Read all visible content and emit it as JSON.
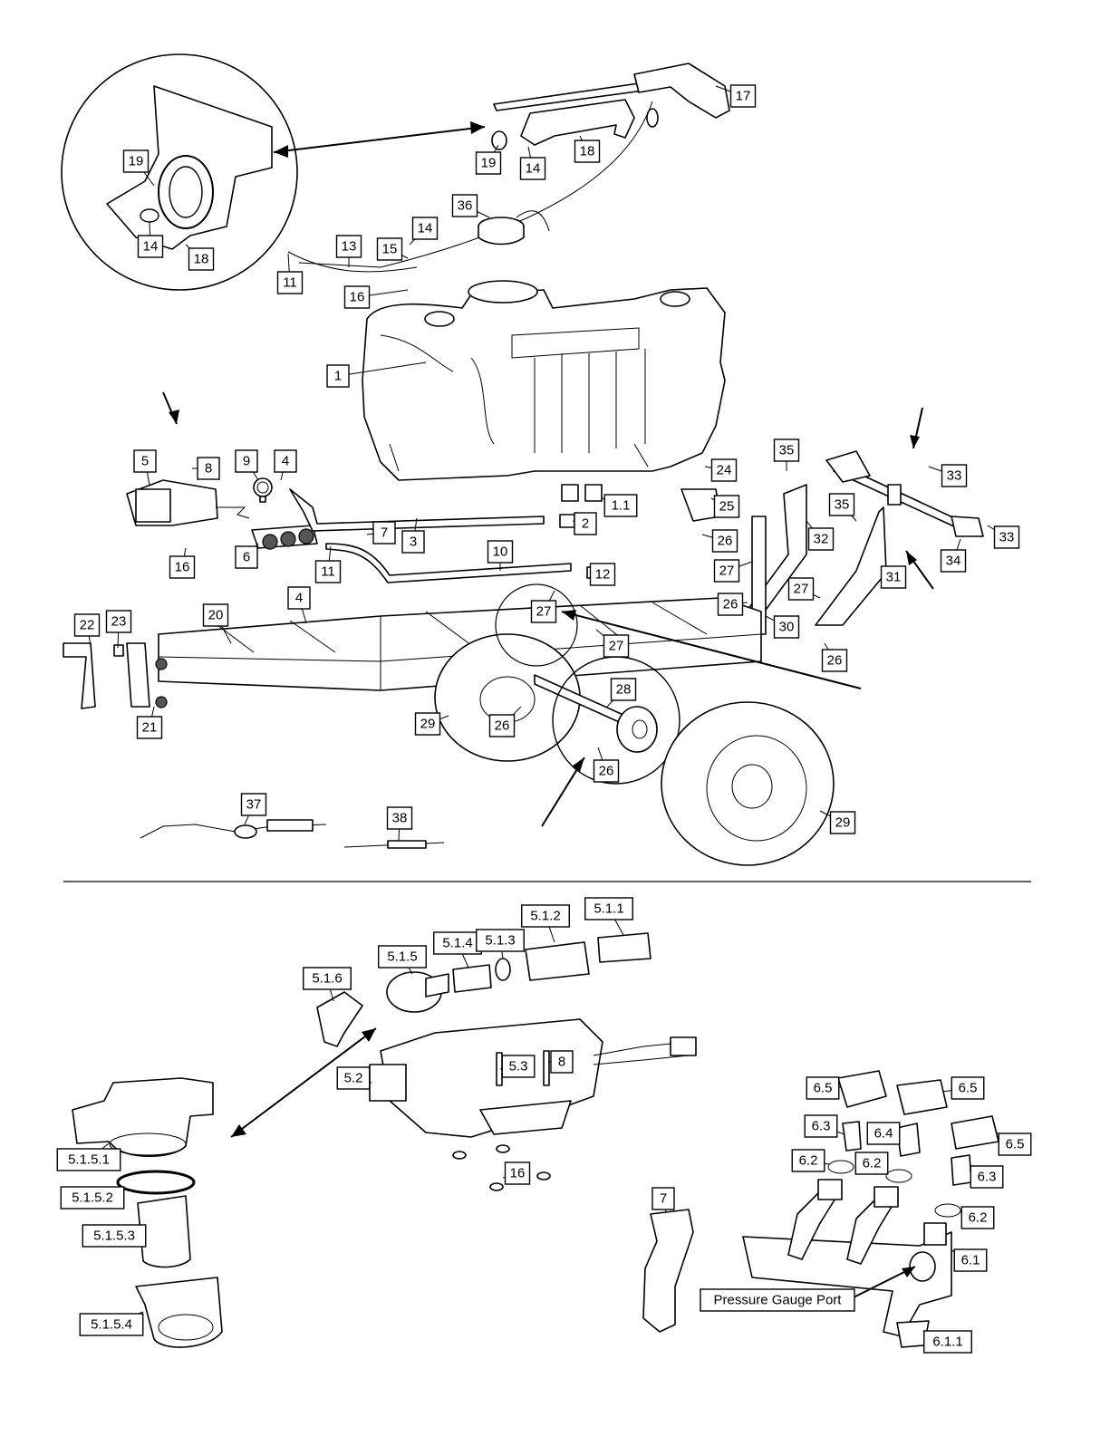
{
  "figure": {
    "title": "",
    "callouts": {
      "c17": "17",
      "c18": "18",
      "c19": "19",
      "c14": "14",
      "d19": "19",
      "d14": "14",
      "d18": "18",
      "c36": "36",
      "c14b": "14",
      "c15": "15",
      "c13": "13",
      "c11": "11",
      "c16": "16",
      "c1": "1",
      "c5": "5",
      "c8": "8",
      "c9": "9",
      "c4": "4",
      "c7": "7",
      "c3": "3",
      "c6": "6",
      "c16b": "16",
      "c11b": "11",
      "c10": "10",
      "c12": "12",
      "c2": "2",
      "c1_1": "1.1",
      "c24": "24",
      "c25": "25",
      "c26": "26",
      "c27": "27",
      "c35": "35",
      "c32": "32",
      "c33": "33",
      "c35b": "35",
      "c33b": "33",
      "c34": "34",
      "c31": "31",
      "c27b": "27",
      "c26b": "26",
      "c30": "30",
      "c26c": "26",
      "c27c": "27",
      "c27d": "27",
      "c22": "22",
      "c23": "23",
      "c20": "20",
      "c4b": "4",
      "c21": "21",
      "c29": "29",
      "c26d": "26",
      "c28": "28",
      "c26e": "26",
      "c29b": "29",
      "c37": "37",
      "c38": "38",
      "c5_1_2": "5.1.2",
      "c5_1_1": "5.1.1",
      "c5_1_4": "5.1.4",
      "c5_1_3": "5.1.3",
      "c5_1_5": "5.1.5",
      "c5_1_6": "5.1.6",
      "c5_3": "5.3",
      "c8b": "8",
      "c5_2": "5.2",
      "c16c": "16",
      "c5_1_5_1": "5.1.5.1",
      "c5_1_5_2": "5.1.5.2",
      "c5_1_5_3": "5.1.5.3",
      "c5_1_5_4": "5.1.5.4",
      "c7b": "7",
      "c6_5": "6.5",
      "c6_5b": "6.5",
      "c6_5c": "6.5",
      "c6_3": "6.3",
      "c6_4": "6.4",
      "c6_2": "6.2",
      "c6_2b": "6.2",
      "c6_3b": "6.3",
      "c6_2c": "6.2",
      "c6_1": "6.1",
      "c6_1_1": "6.1.1"
    },
    "gauge_port_label": "Pressure Gauge Port"
  }
}
